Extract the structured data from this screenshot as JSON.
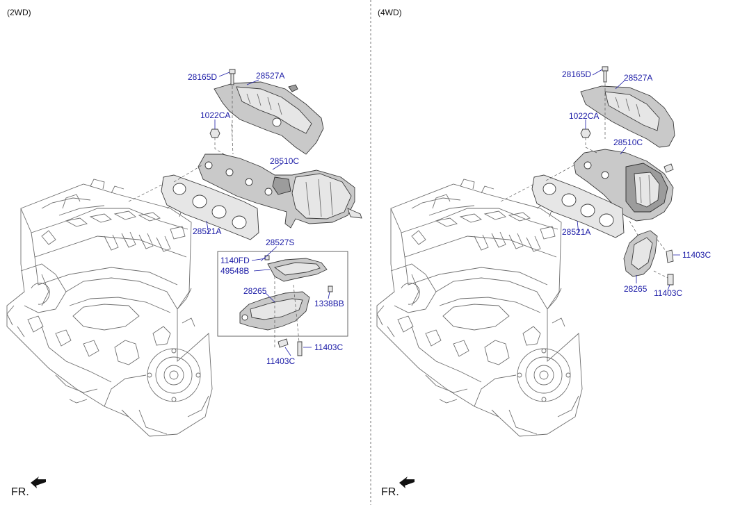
{
  "variants": {
    "left": "(2WD)",
    "right": "(4WD)"
  },
  "front_marker": {
    "left": "FR.",
    "right": "FR."
  },
  "callouts": {
    "left": {
      "heat_shield_bolt": "28165D",
      "heat_shield": "28527A",
      "nut": "1022CA",
      "manifold": "28510C",
      "gasket": "28521A",
      "bracket_kit": "28527S",
      "bolt_small": "1140FD",
      "clip": "49548B",
      "bracket": "28265",
      "bolt_side": "1338BB",
      "bolt_right": "11403C",
      "bolt_bottom": "11403C"
    },
    "right": {
      "heat_shield_bolt": "28165D",
      "heat_shield": "28527A",
      "nut": "1022CA",
      "manifold": "28510C",
      "gasket": "28521A",
      "bracket": "28265",
      "bolt_upper": "11403C",
      "bolt_lower": "11403C"
    }
  },
  "colors": {
    "callout_text": "#1a1aa6",
    "line_art": "#6e6e6e",
    "part_fill": "#c9c9c9"
  }
}
